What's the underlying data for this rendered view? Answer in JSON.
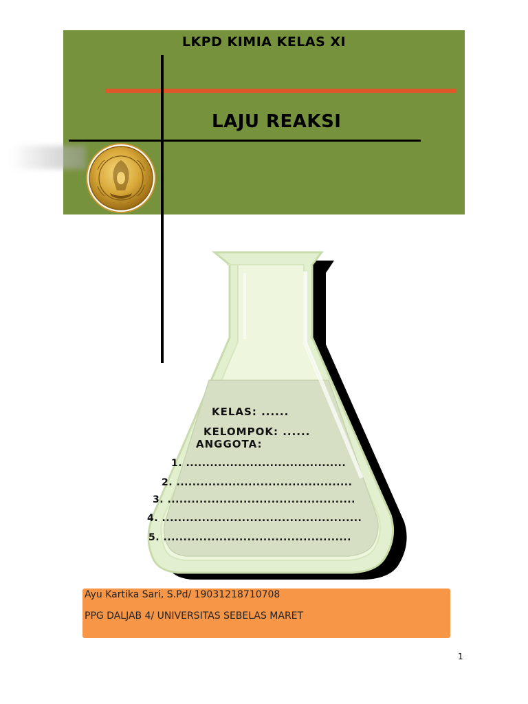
{
  "cover": {
    "subject": "LKPD KIMIA KELAS XI",
    "title": "LAJU REAKSI",
    "logo": "university-seal-icon"
  },
  "form": {
    "kelas": "KELAS:",
    "kelas_blank": "......",
    "kelompok": "KELOMPOK:",
    "kelompok_blank": "......",
    "anggota": "ANGGOTA:",
    "members": [
      {
        "num": "1.",
        "blank": "........................................"
      },
      {
        "num": "2.",
        "blank": "............................................"
      },
      {
        "num": "3.",
        "blank": "..............................................."
      },
      {
        "num": "4.",
        "blank": ".................................................."
      },
      {
        "num": "5.",
        "blank": "..............................................."
      }
    ]
  },
  "footer": {
    "author": "Ayu Kartika Sari, S.Pd/ 19031218710708",
    "program": "PPG DALJAB 4/ UNIVERSITAS SEBELAS MARET"
  },
  "page_number": "1",
  "colors": {
    "banner": "#77923c",
    "accent_rule": "#e0572a",
    "footer": "#f79646",
    "flask_liquid": "#d6dfc4"
  }
}
